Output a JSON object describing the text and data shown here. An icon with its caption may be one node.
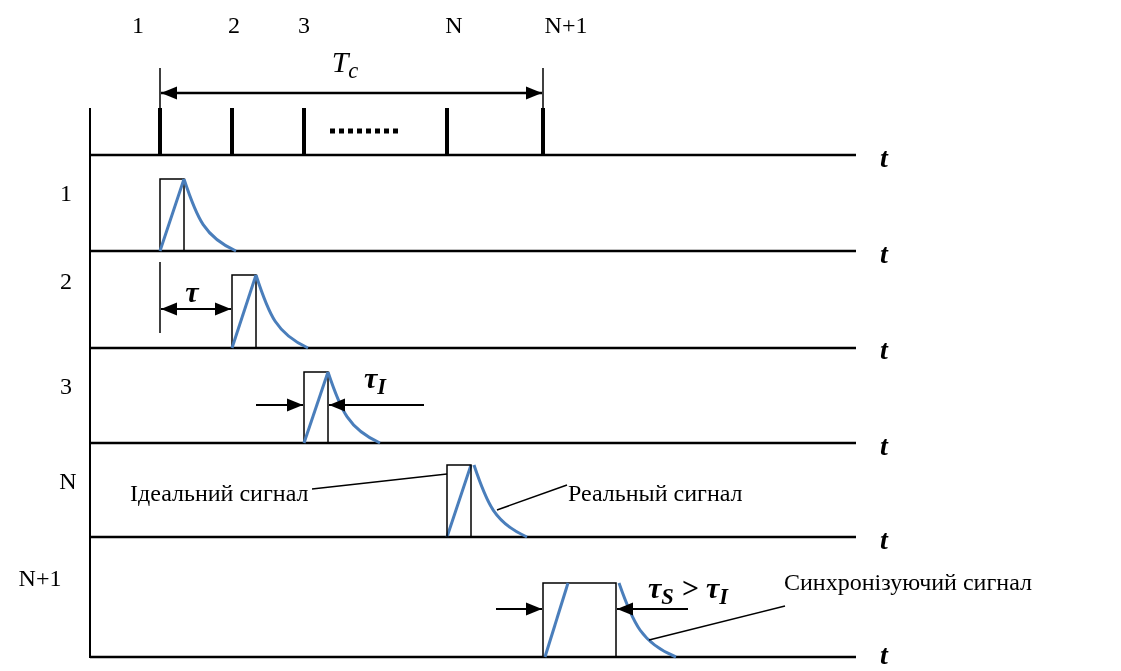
{
  "diagram": {
    "nodes": [
      {
        "text": [
          "Ідеальний сигнал"
        ]
      },
      {
        "text": [],
        "shape": "box"
      },
      {
        "text": [
          "Реальный сигнал"
        ]
      },
      {
        "text": [],
        "shape": "curve"
      },
      {
        "text": [
          "Синхронізуючий сигнал"
        ]
      },
      {
        "text": [],
        "shape": "curve"
      }
    ],
    "edges": [
      {
        "from": 0,
        "to": 1,
        "arrow": "none"
      },
      {
        "from": 2,
        "to": 3,
        "arrow": "none"
      },
      {
        "from": 4,
        "to": 5,
        "arrow": "none"
      }
    ],
    "labels": [
      "1",
      "2",
      "3",
      "N",
      "N+1",
      "T$_{c}$",
      "t",
      "1",
      "t",
      "2",
      "τ",
      "t",
      "3",
      "τ$_{I}$",
      "t",
      "N",
      "t",
      "N+1",
      "τ$_{S}$ > τ$_{I}$",
      "t"
    ]
  }
}
